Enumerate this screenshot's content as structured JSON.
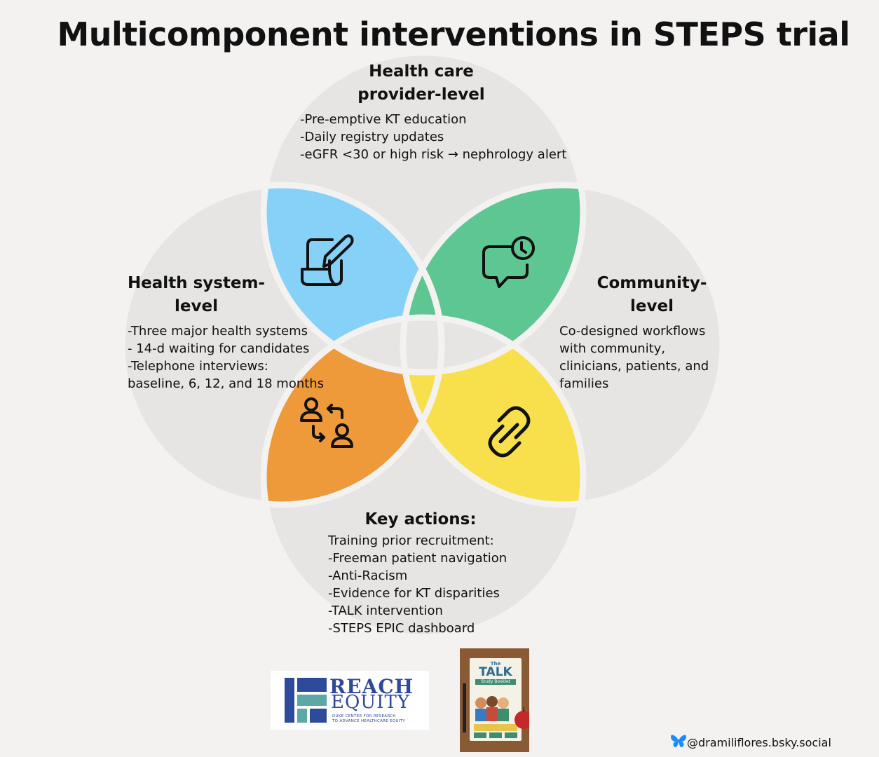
{
  "title": "Multicomponent interventions in STEPS trial",
  "colors": {
    "provider_petal": "#86d1f8",
    "community_petal": "#5ec693",
    "system_petal": "#ef9a3a",
    "actions_petal": "#f8e04c",
    "circle_fill": "#e6e5e3",
    "background": "#f3f2f0"
  },
  "sections": {
    "provider": {
      "heading_line1": "Health care",
      "heading_line2": "provider-level",
      "items": [
        "-Pre-emptive KT education",
        "-Daily registry updates",
        "-eGFR <30 or high risk → nephrology alert"
      ],
      "icon": "document-edit-icon"
    },
    "system": {
      "heading_line1": "Health system-",
      "heading_line2": "level",
      "items": [
        "-Three major health systems",
        "- 14-d waiting for candidates",
        "-Telephone interviews:",
        "baseline, 6, 12, and 18 months"
      ],
      "icon": "people-exchange-icon"
    },
    "community": {
      "heading_line1": "Community-",
      "heading_line2": "level",
      "items": [
        "Co-designed workflows",
        "with community,",
        "clinicians, patients, and",
        "families"
      ],
      "icon": "chat-clock-icon"
    },
    "actions": {
      "heading": "Key actions:",
      "items": [
        "Training prior recruitment:",
        "-Freeman patient navigation",
        "-Anti-Racism",
        "-Evidence for KT disparities",
        "-TALK intervention",
        "-STEPS EPIC dashboard"
      ],
      "icon": "link-icon"
    }
  },
  "logo": {
    "line1": "REACH",
    "line2": "EQUITY",
    "sub1": "DUKE CENTER FOR RESEARCH",
    "sub2": "TO ADVANCE HEALTHCARE EQUITY"
  },
  "booklet": {
    "the": "The",
    "title": "TALK",
    "sub": "Study Booklet"
  },
  "credit": "@dramiliflores.bsky.social"
}
